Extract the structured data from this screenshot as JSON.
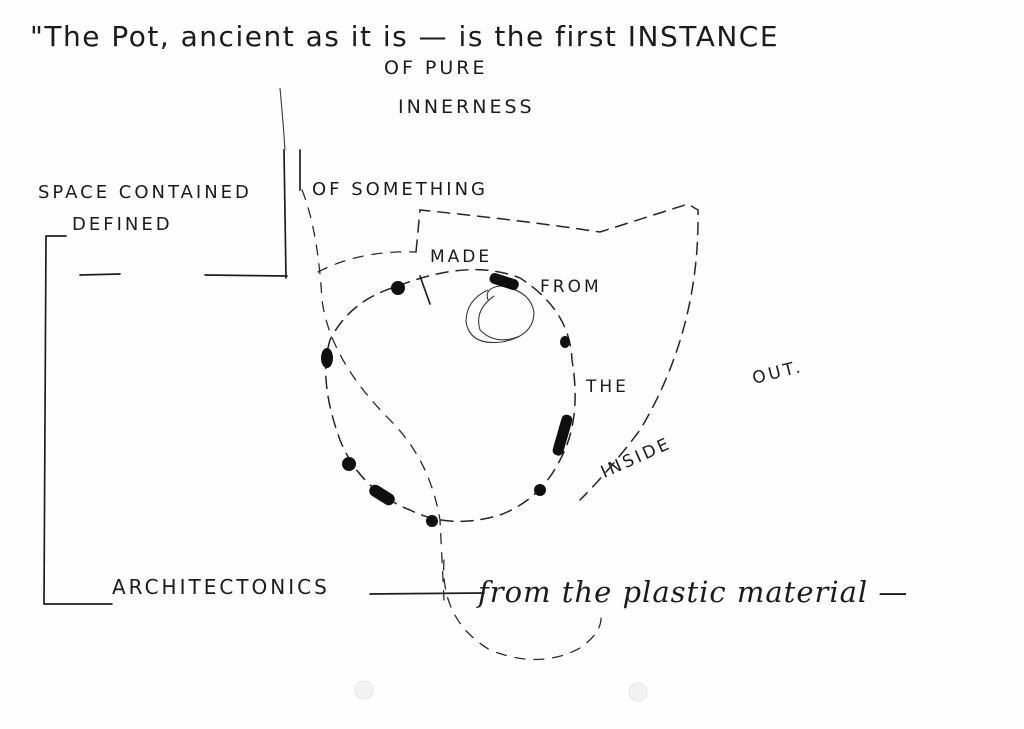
{
  "quote": {
    "line1": "\"The Pot, ancient as it is — is the first INSTANCE",
    "line2": "OF PURE",
    "line3": "INNERNESS"
  },
  "labels": {
    "space_contained": "SPACE CONTAINED",
    "of_something": "OF SOMETHING",
    "defined": "DEFINED",
    "made": "MADE",
    "from": "FROM",
    "the": "THE",
    "inside": "INSIDE",
    "out": "OUT.",
    "architectonics": "ARCHITECTONICS",
    "from_the_plastic": "from the plastic material —"
  },
  "colors": {
    "ink": "#1b1b1b",
    "paper": "#fefefe"
  }
}
